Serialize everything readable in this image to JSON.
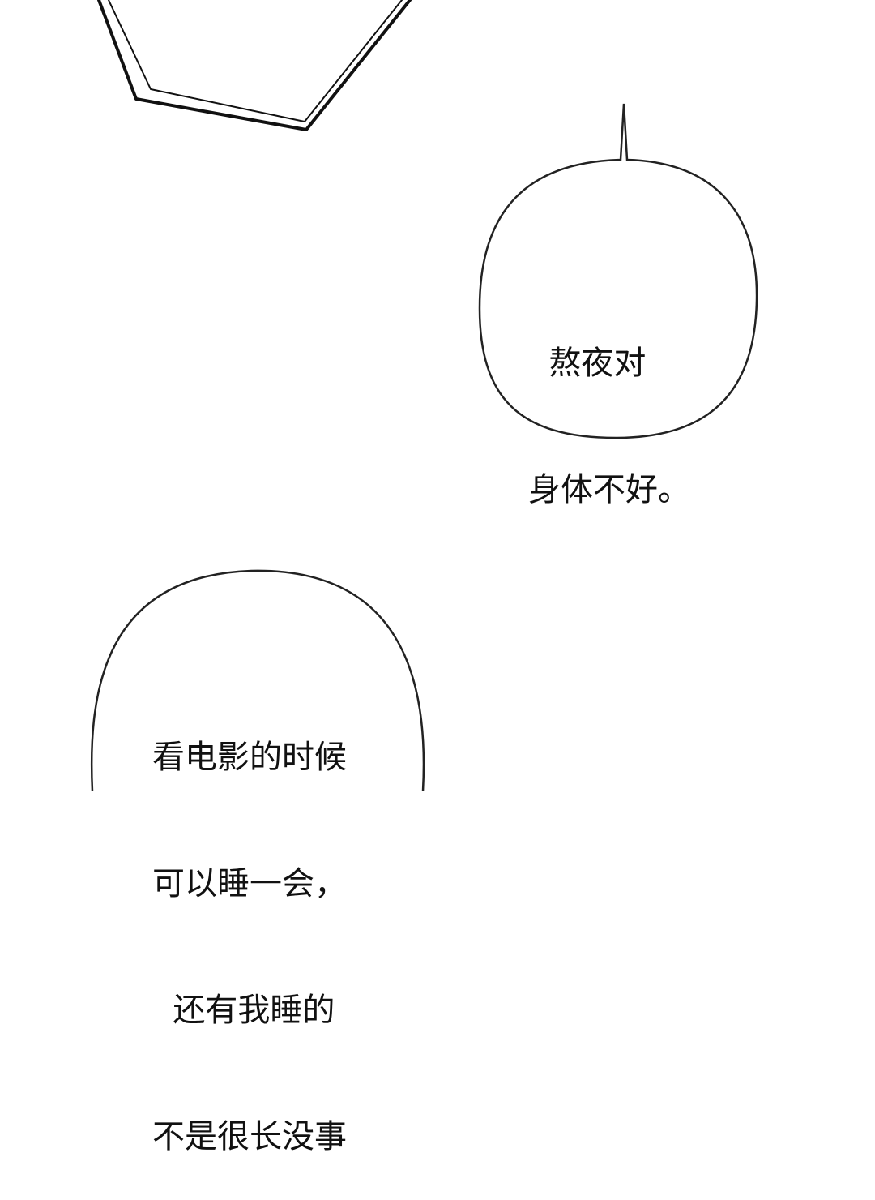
{
  "colors": {
    "background": "#ffffff",
    "ink": "#111111"
  },
  "bubble_top_right": {
    "lines": [
      "  熬夜对",
      "身体不好。"
    ]
  },
  "bubble_bottom_left": {
    "lines": [
      "看电影的时候",
      "可以睡一会，",
      "  还有我睡的",
      "不是很长没事"
    ]
  }
}
